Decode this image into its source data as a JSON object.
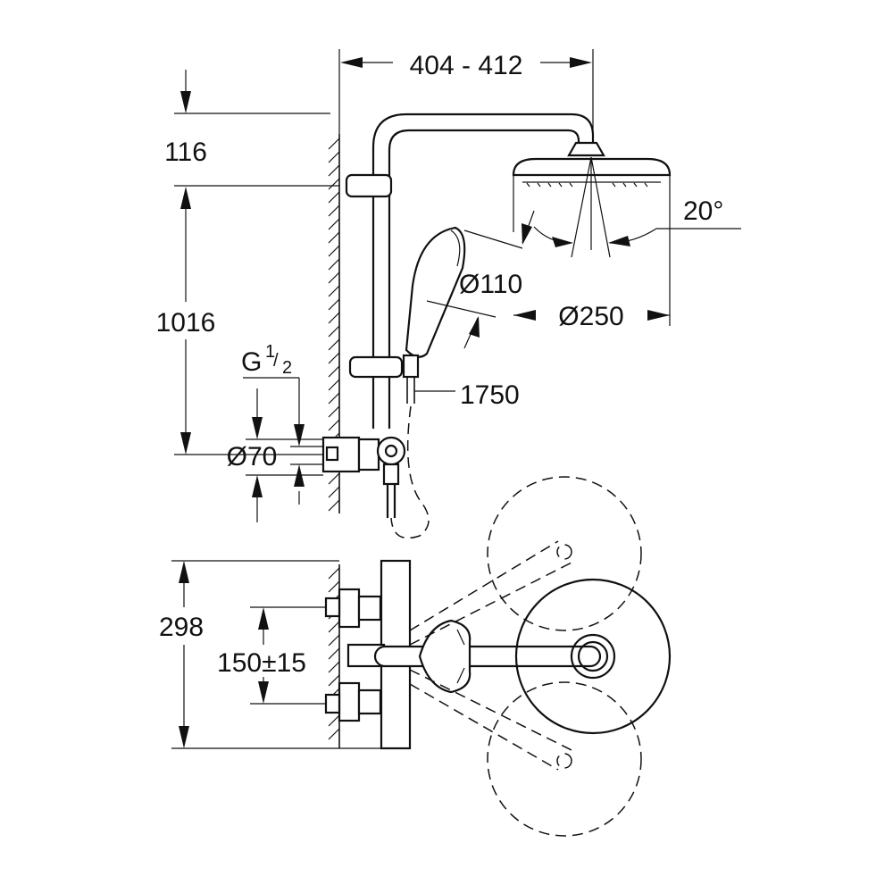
{
  "dimensions": {
    "arm_length": "404 - 412",
    "top_offset": "116",
    "rail_height": "1016",
    "connection_thread": "G",
    "thread_num": "1",
    "thread_den": "2",
    "inlet_diameter": "Ø70",
    "hand_shower_diameter": "Ø110",
    "head_shower_diameter": "Ø250",
    "head_tilt": "20°",
    "hose_length": "1750",
    "mixer_depth": "298",
    "inlet_spacing": "150±15"
  }
}
